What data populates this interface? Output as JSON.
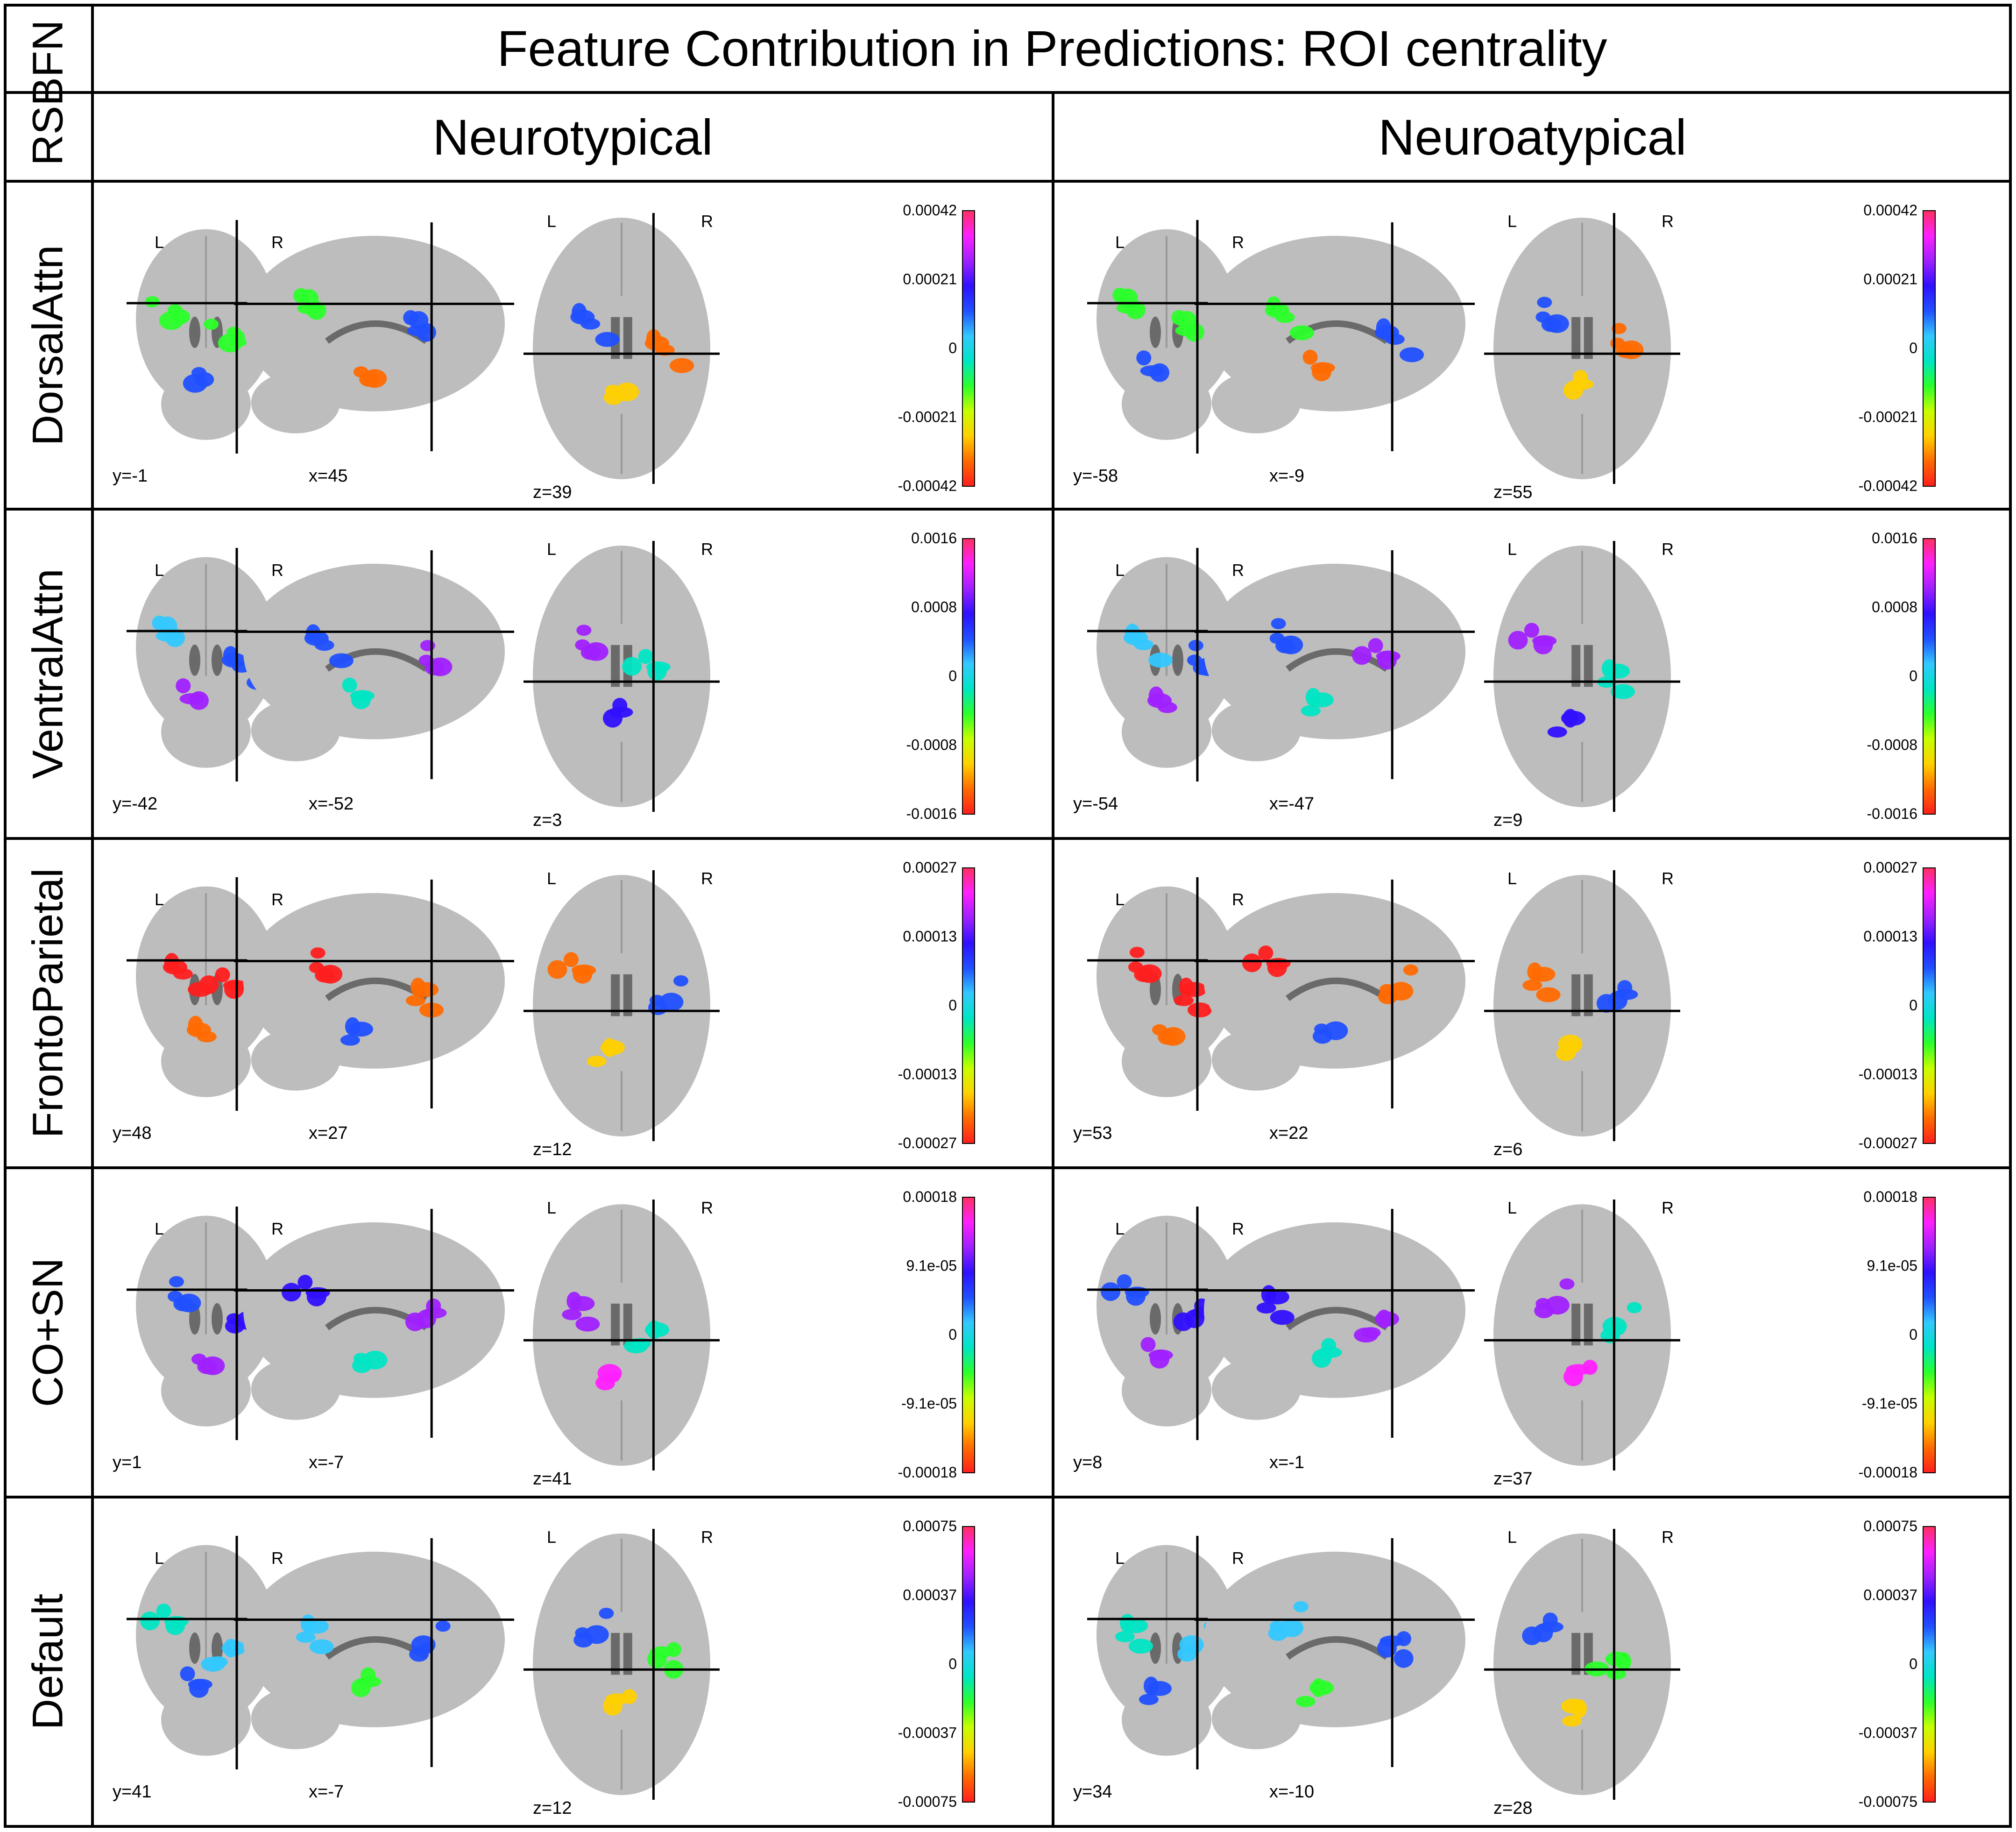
{
  "header": {
    "corner_label": "RSBFN",
    "title": "Feature Contribution in Predictions: ROI centrality",
    "columns": [
      "Neurotypical",
      "Neuroatypical"
    ]
  },
  "orientation_labels": {
    "left": "L",
    "right": "R"
  },
  "colors": {
    "grid": "#000000",
    "brain": "#bdbdbd",
    "background": "#ffffff"
  },
  "colormap_stops": [
    "#ff1e1e",
    "#ff6a00",
    "#ffd000",
    "#c6ff00",
    "#2bff2b",
    "#00e5c4",
    "#33c8ff",
    "#2050ff",
    "#3010ff",
    "#a020ff",
    "#ff20ff",
    "#ff3060"
  ],
  "rows": [
    {
      "network": "DorsalAttn",
      "panels": [
        {
          "coords": [
            "y=-1",
            "x=45",
            "z=39"
          ],
          "colorbar_ticks": [
            "0.00042",
            "0.00021",
            "0",
            "-0.00021",
            "-0.00042"
          ]
        },
        {
          "coords": [
            "y=-58",
            "x=-9",
            "z=55"
          ],
          "colorbar_ticks": [
            "0.00042",
            "0.00021",
            "0",
            "-0.00021",
            "-0.00042"
          ]
        }
      ]
    },
    {
      "network": "VentralAttn",
      "panels": [
        {
          "coords": [
            "y=-42",
            "x=-52",
            "z=3"
          ],
          "colorbar_ticks": [
            "0.0016",
            "0.0008",
            "0",
            "-0.0008",
            "-0.0016"
          ]
        },
        {
          "coords": [
            "y=-54",
            "x=-47",
            "z=9"
          ],
          "colorbar_ticks": [
            "0.0016",
            "0.0008",
            "0",
            "-0.0008",
            "-0.0016"
          ]
        }
      ]
    },
    {
      "network": "FrontoParietal",
      "panels": [
        {
          "coords": [
            "y=48",
            "x=27",
            "z=12"
          ],
          "colorbar_ticks": [
            "0.00027",
            "0.00013",
            "0",
            "-0.00013",
            "-0.00027"
          ]
        },
        {
          "coords": [
            "y=53",
            "x=22",
            "z=6"
          ],
          "colorbar_ticks": [
            "0.00027",
            "0.00013",
            "0",
            "-0.00013",
            "-0.00027"
          ]
        }
      ]
    },
    {
      "network": "CO+SN",
      "panels": [
        {
          "coords": [
            "y=1",
            "x=-7",
            "z=41"
          ],
          "colorbar_ticks": [
            "0.00018",
            "9.1e-05",
            "0",
            "-9.1e-05",
            "-0.00018"
          ]
        },
        {
          "coords": [
            "y=8",
            "x=-1",
            "z=37"
          ],
          "colorbar_ticks": [
            "0.00018",
            "9.1e-05",
            "0",
            "-9.1e-05",
            "-0.00018"
          ]
        }
      ]
    },
    {
      "network": "Default",
      "panels": [
        {
          "coords": [
            "y=41",
            "x=-7",
            "z=12"
          ],
          "colorbar_ticks": [
            "0.00075",
            "0.00037",
            "0",
            "-0.00037",
            "-0.00075"
          ]
        },
        {
          "coords": [
            "y=34",
            "x=-10",
            "z=28"
          ],
          "colorbar_ticks": [
            "0.00075",
            "0.00037",
            "0",
            "-0.00037",
            "-0.00075"
          ]
        }
      ]
    }
  ]
}
